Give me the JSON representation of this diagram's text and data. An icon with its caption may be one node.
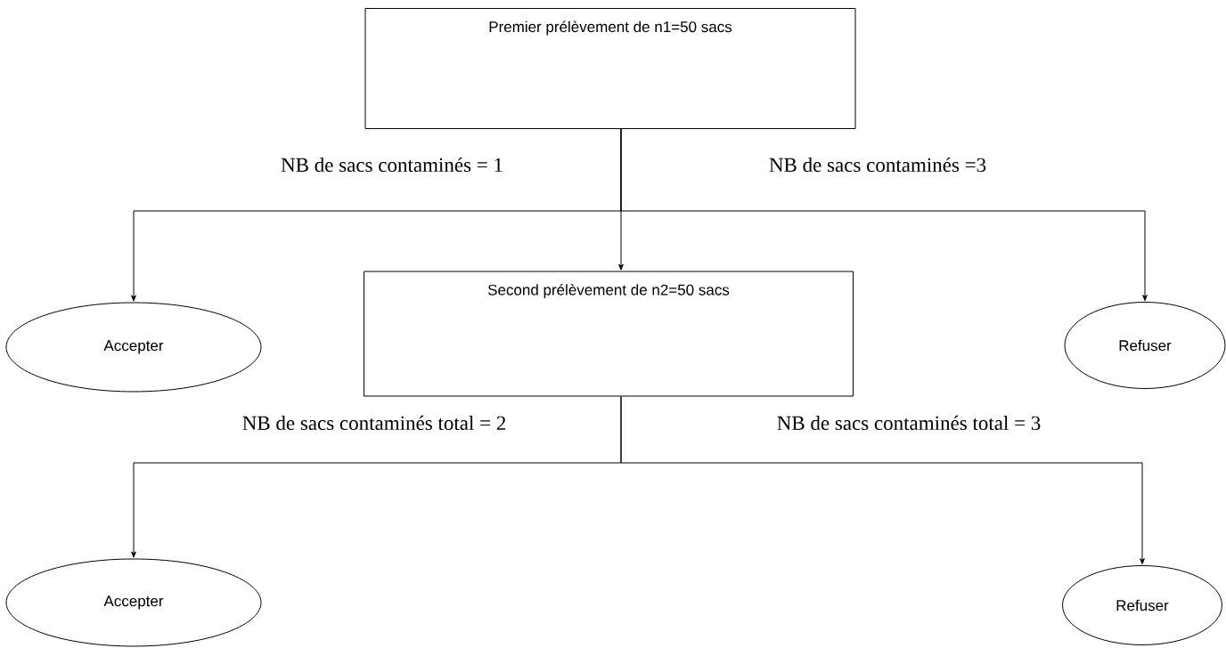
{
  "diagram": {
    "nodes": [
      {
        "text": [
          "Premier prélèvement de n1=50 sacs"
        ]
      },
      {
        "text": [
          "Accepter"
        ]
      },
      {
        "text": [
          "Second prélèvement de n2=50 sacs"
        ]
      },
      {
        "text": [
          "Refuser"
        ]
      },
      {
        "text": [
          "Accepter"
        ]
      },
      {
        "text": [
          "Refuser"
        ]
      }
    ],
    "edges": [
      {
        "from": 0,
        "to": 1,
        "arrow": "to",
        "label": "NB de sacs contaminés = 1"
      },
      {
        "from": 0,
        "to": 2,
        "arrow": "to"
      },
      {
        "from": 0,
        "to": 3,
        "arrow": "to",
        "label": "NB de sacs contaminés =3"
      },
      {
        "from": 2,
        "to": 4,
        "arrow": "to",
        "label": "NB de sacs contaminés total = 2"
      },
      {
        "from": 2,
        "to": 5,
        "arrow": "to",
        "label": "NB de sacs contaminés total = 3"
      }
    ]
  }
}
